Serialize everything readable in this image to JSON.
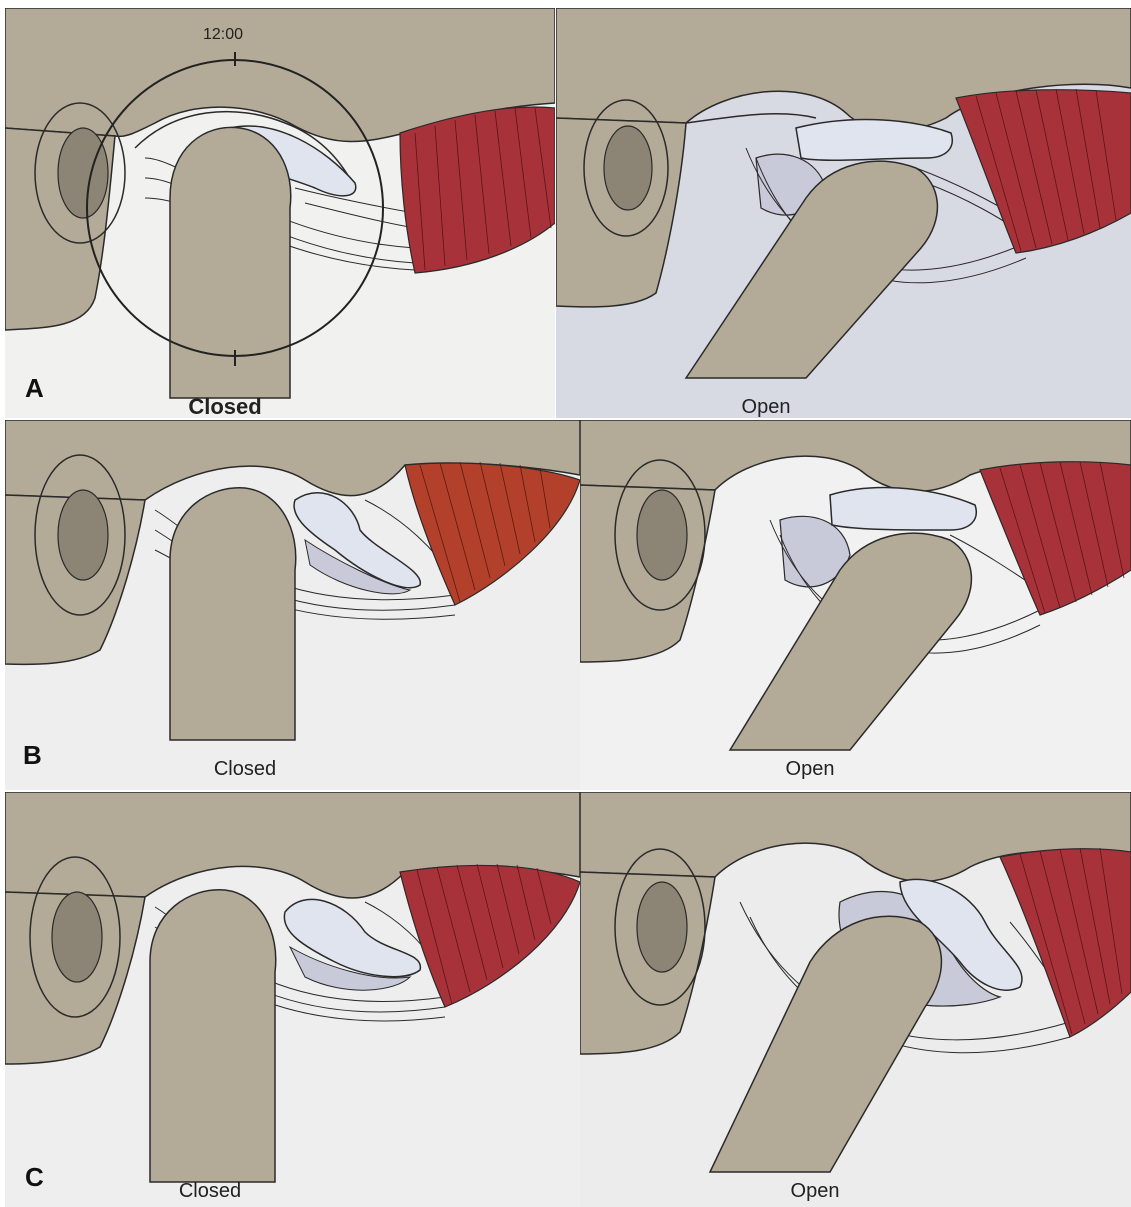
{
  "rows": [
    {
      "letter": "A",
      "closed_caption": "Closed",
      "open_caption": "Open",
      "clock_label": "12:00"
    },
    {
      "letter": "B",
      "closed_caption": "Closed",
      "open_caption": "Open"
    },
    {
      "letter": "C",
      "closed_caption": "Closed",
      "open_caption": "Open"
    }
  ],
  "colors": {
    "bone": "#b3ab98",
    "soft_bg": "#eeeeee",
    "open_bg_a": "#d7d9e3",
    "disc": "#dfe4ef",
    "synovial": "#c9cad9",
    "muscle": "#a8323a",
    "muscle_b": "#b3402b",
    "outline": "#2a2a2a"
  }
}
